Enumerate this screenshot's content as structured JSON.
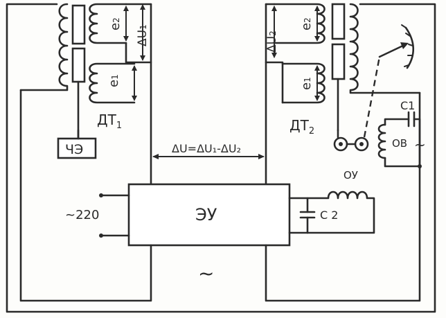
{
  "labels": {
    "dt1": "ДТ",
    "dt1_sub": "1",
    "dt2": "ДТ",
    "dt2_sub": "2",
    "che": "ЧЭ",
    "eu": "ЭУ",
    "e2_left": "e",
    "e2_left_sub": "2",
    "e1_left": "e",
    "e1_left_sub": "1",
    "e2_right": "e",
    "e2_right_sub": "2",
    "e1_right": "e",
    "e1_right_sub": "1",
    "du1": "ΔU",
    "du1_sub": "1",
    "du2": "ΔU",
    "du2_sub": "2",
    "du_formula": "ΔU=ΔU₁-ΔU₂",
    "c1": "C1",
    "c2": "C 2",
    "ov": "ОВ",
    "oy": "ОУ",
    "mains": "~220",
    "tilde_right": "~",
    "tilde_bottom": "~"
  }
}
